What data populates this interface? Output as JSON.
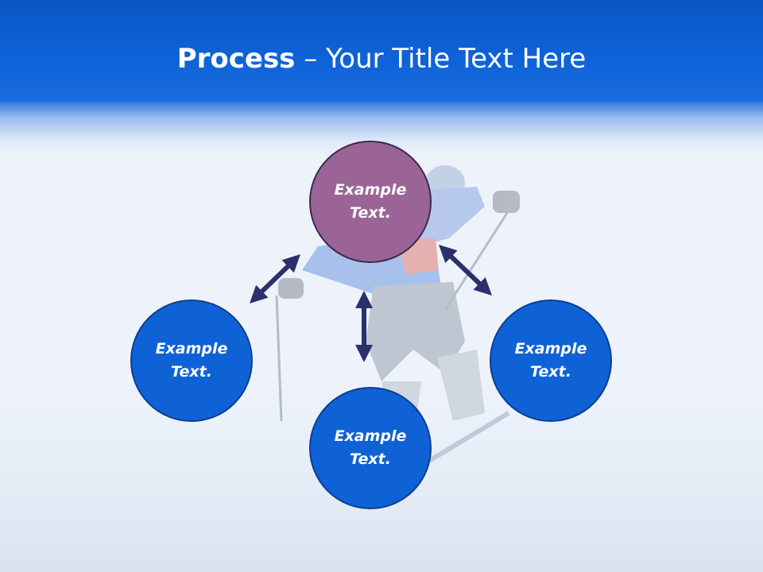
{
  "slide": {
    "title_bold": "Process",
    "title_rest": " – Your Title Text Here"
  },
  "diagram": {
    "center_node": {
      "label": "Example\nText.",
      "color": "#9a6596"
    },
    "left_node": {
      "label": "Example\nText.",
      "color": "#0f62d6"
    },
    "bottom_node": {
      "label": "Example\nText.",
      "color": "#0f62d6"
    },
    "right_node": {
      "label": "Example\nText.",
      "color": "#0f62d6"
    },
    "arrow_color": "#2b2f6b"
  },
  "background": {
    "image": "skier-on-snow-slope"
  }
}
